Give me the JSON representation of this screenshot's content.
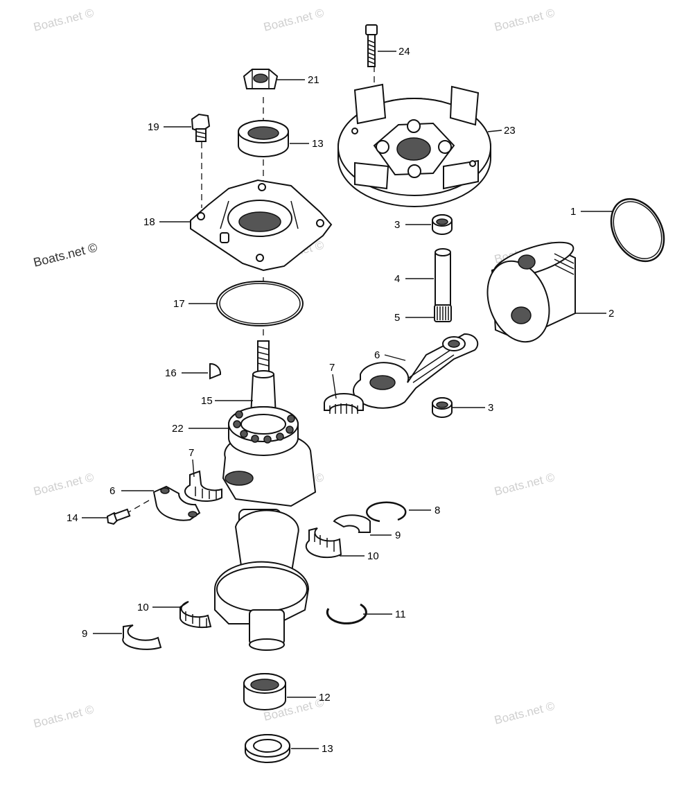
{
  "watermark": "Boats.net ©",
  "callouts": {
    "c1": "1",
    "c2": "2",
    "c3a": "3",
    "c3b": "3",
    "c4": "4",
    "c5": "5",
    "c6a": "6",
    "c6b": "6",
    "c7a": "7",
    "c7b": "7",
    "c8": "8",
    "c9a": "9",
    "c9b": "9",
    "c10a": "10",
    "c10b": "10",
    "c11": "11",
    "c12": "12",
    "c13a": "13",
    "c13b": "13",
    "c14": "14",
    "c15": "15",
    "c16": "16",
    "c17": "17",
    "c18": "18",
    "c19": "19",
    "c21": "21",
    "c22": "22",
    "c23": "23",
    "c24": "24"
  }
}
